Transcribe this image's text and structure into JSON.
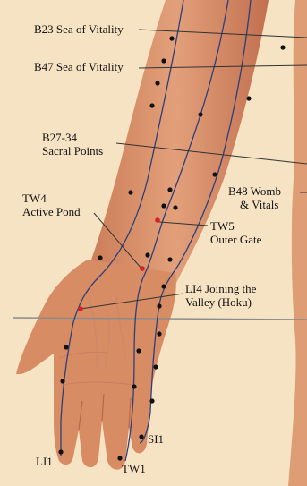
{
  "labels": {
    "b23": "B23 Sea of Vitality",
    "b47": "B47 Sea of Vitality",
    "b27_line1": "B27-34",
    "b27_line2": "Sacral Points",
    "b48_line1": "B48 Womb",
    "b48_line2": "& Vitals",
    "tw4_line1": "TW4",
    "tw4_line2": "Active Pond",
    "tw5_line1": "TW5",
    "tw5_line2": "Outer Gate",
    "li4_line1": "LI4 Joining the",
    "li4_line2": "Valley (Hoku)",
    "li1": "LI1",
    "tw1": "TW1",
    "si1": "SI1"
  },
  "colors": {
    "background": "#f6e3c3",
    "skin": "#d99067",
    "skin_shadow": "#b8674a",
    "meridian": "#2d3f7a",
    "point": "#111111",
    "highlight_point": "#d4202a",
    "leader_line": "#333333"
  }
}
